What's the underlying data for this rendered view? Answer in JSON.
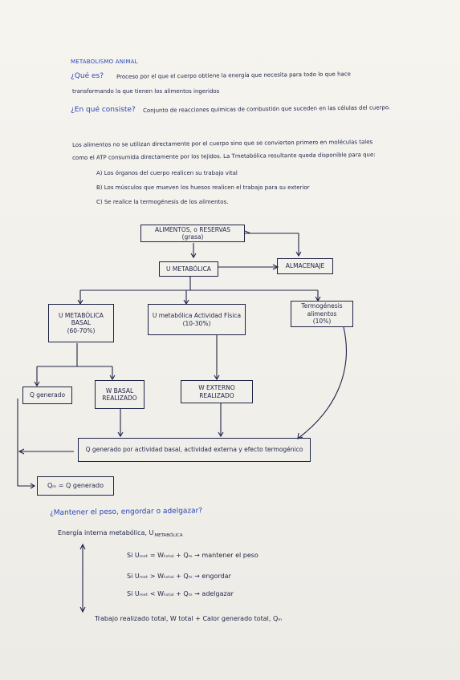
{
  "title": "METABOLISMO ANIMAL",
  "intro": {
    "q1_question": "¿Qué es?",
    "q1_answer_line1": "Proceso por el que el cuerpo obtiene la energía que necesita para todo lo que hace",
    "q1_answer_line2": "transformando la que tienen los alimentos ingeridos",
    "q2_question": "¿En qué consiste?",
    "q2_answer": "Conjunto de reacciones químicas de combustión que suceden en las células del cuerpo."
  },
  "paragraph": {
    "line1": "Los alimentos no se utilizan directamente por el cuerpo sino que se convierten primero en moléculas tales",
    "line2": "como el ATP consumida directamente por los tejidos. La Tmetabólica resultante queda disponible para que:",
    "items": [
      "A) Los órganos del cuerpo realicen su trabajo vital",
      "B) Los músculos que mueven los huesos realicen el trabajo para su exterior",
      "C) Se realice la termogénesis de los alimentos."
    ]
  },
  "diagram": {
    "alimentos": "ALIMENTOS, o RESERVAS (grasa)",
    "almacenaje": "ALMACENAJE",
    "umetabolica": "U METABÓLICA",
    "basal_line1": "U METABÓLICA BASAL",
    "basal_line2": "(60-70%)",
    "actividad_line1": "U metabólica Actividad Física",
    "actividad_line2": "(10-30%)",
    "termo_line1": "Termogénesis alimentos",
    "termo_line2": "(10%)",
    "q_generado": "Q generado",
    "w_basal_line1": "W BASAL",
    "w_basal_line2": "REALIZADO",
    "w_externo": "W EXTERNO REALIZADO",
    "q_total": "Q generado por actividad basal, actividad externa y efecto termogénico",
    "q_result": "Qₘ = Q generado"
  },
  "weight": {
    "question": "¿Mantener el peso, engordar o adelgazar?",
    "energy_label": "Energía interna metabólica, U",
    "energy_sub": "METABÓLICA",
    "cond1": "Si  Uₘₑₜ = Wₜₒₜₐₗ + Qₘ  → mantener el peso",
    "cond2": "Si  Uₘₑₜ > Wₜₒₜₐₗ + Qₘ  → engordar",
    "cond3": "Si  Uₘₑₜ < Wₜₒₜₐₗ + Qₘ  → adelgazar",
    "footer": "Trabajo realizado total, W total + Calor generado total, Qₘ"
  }
}
